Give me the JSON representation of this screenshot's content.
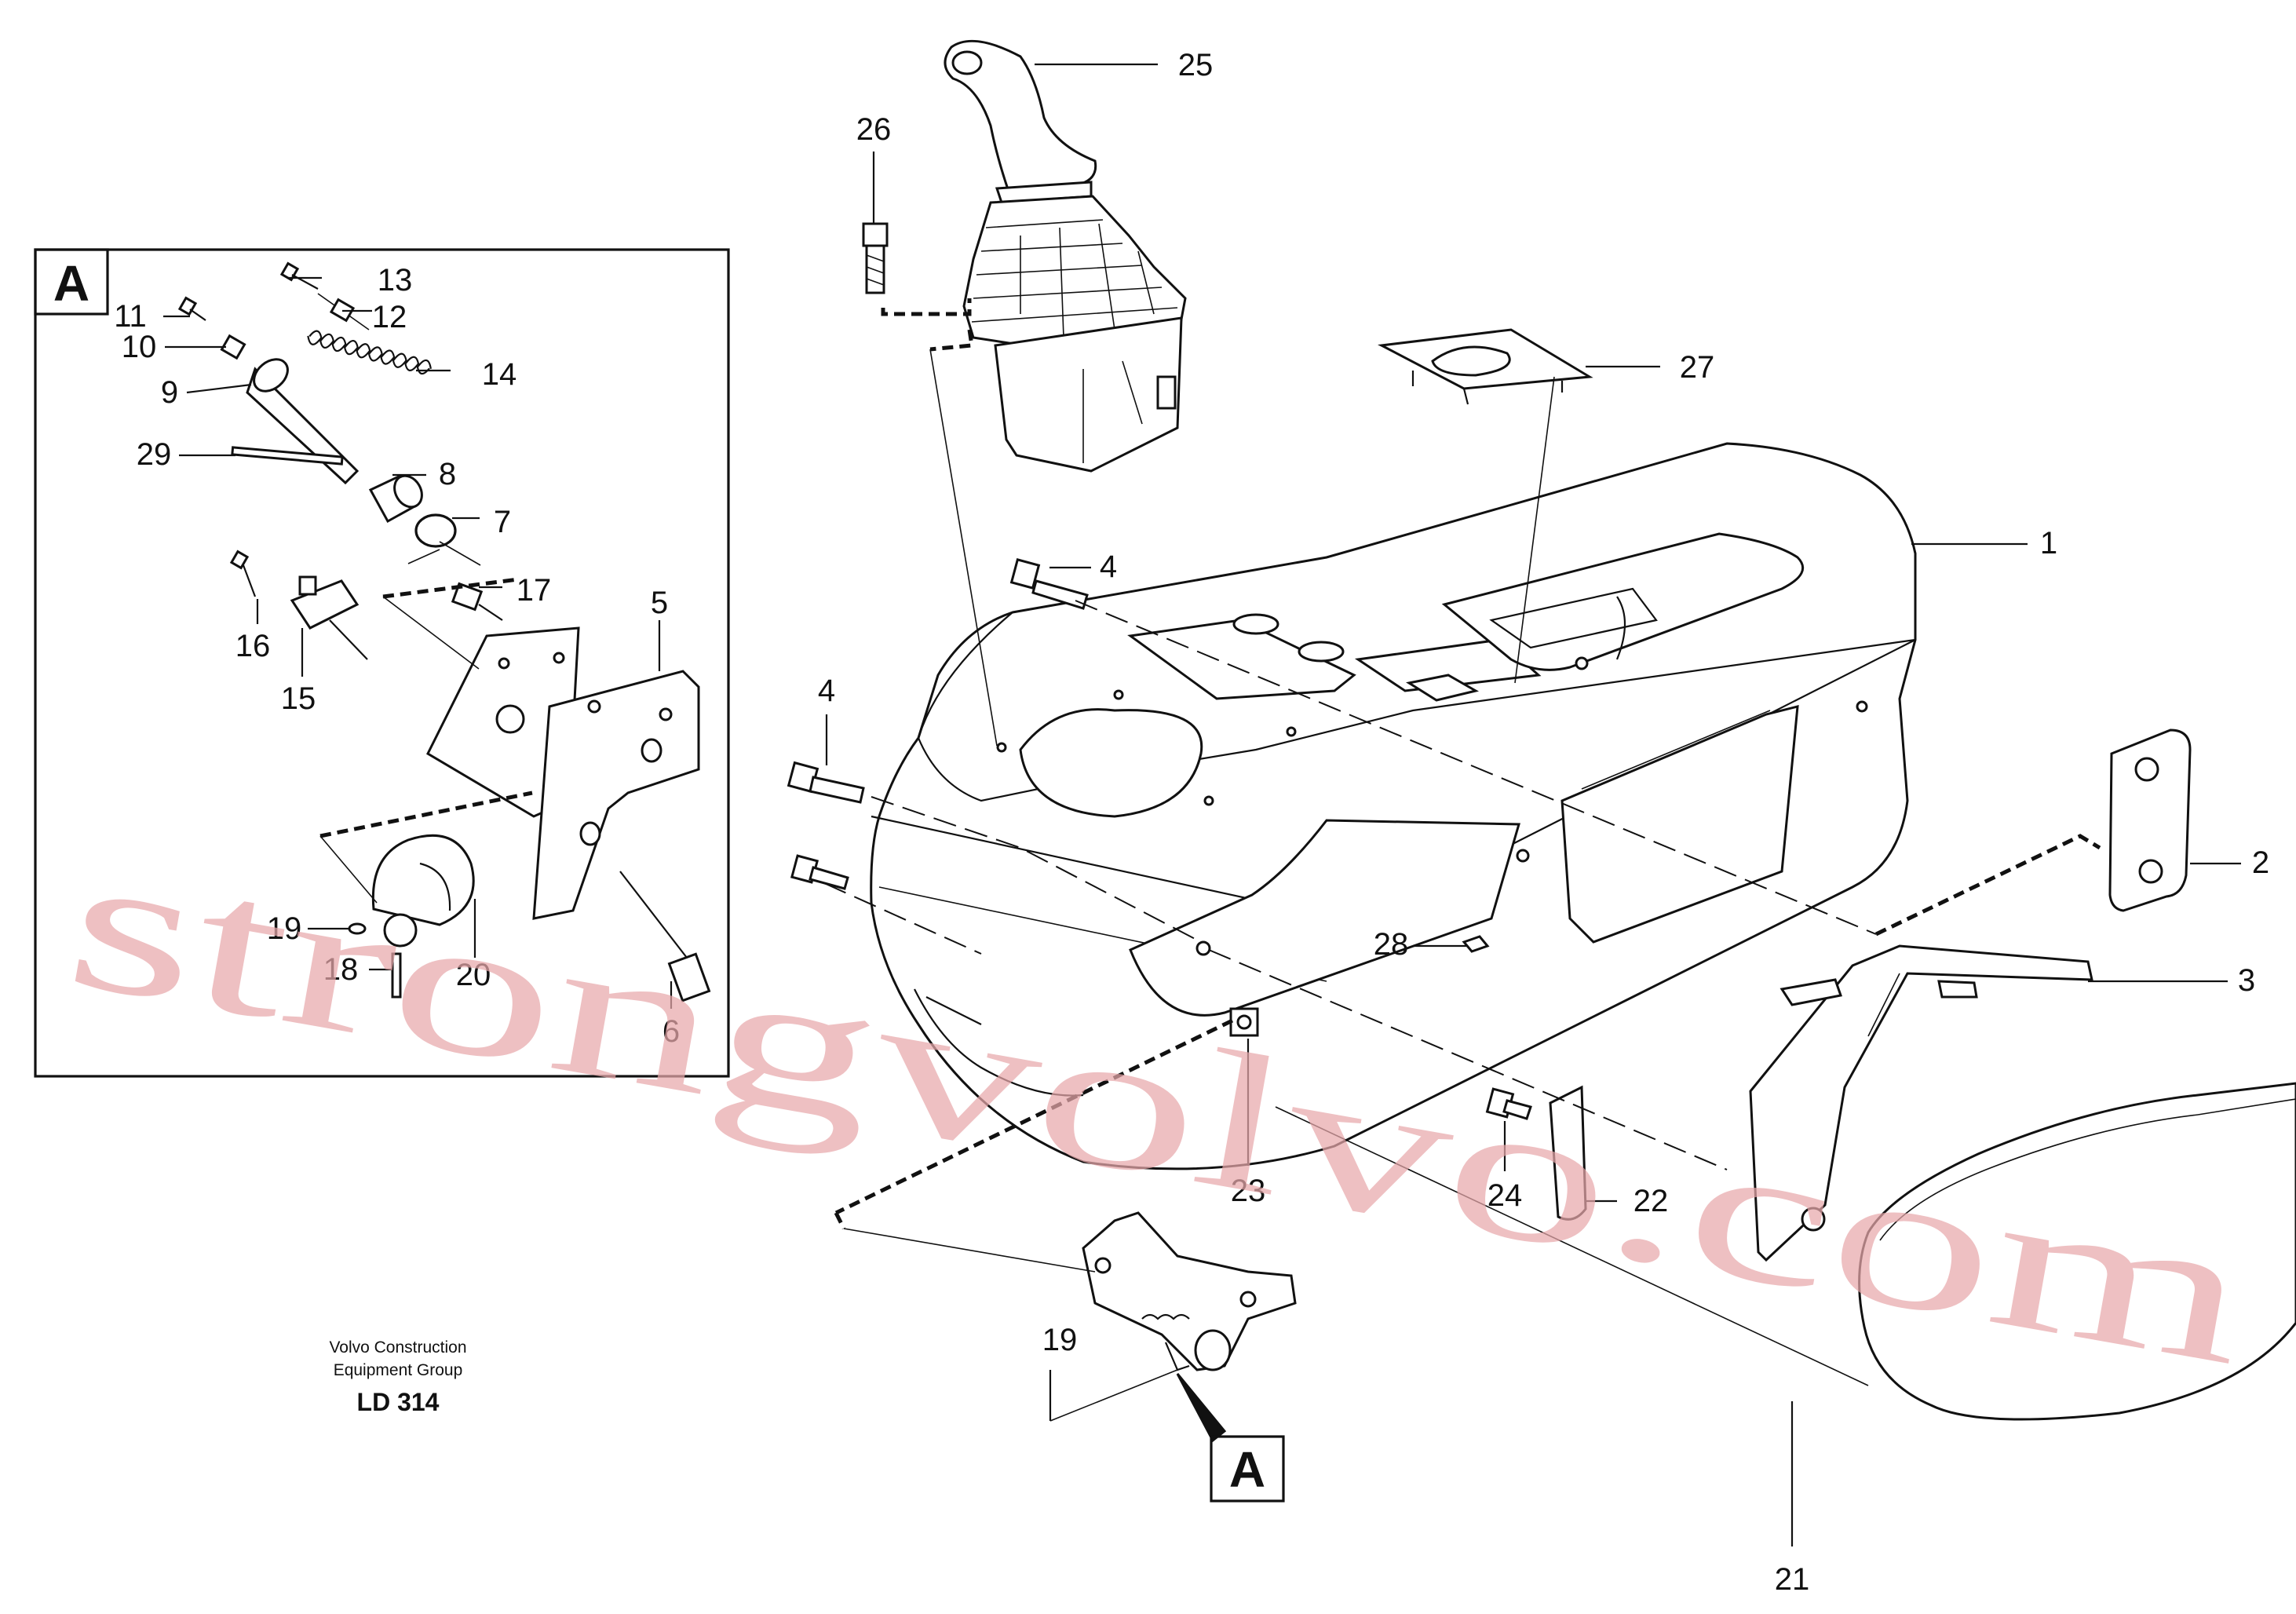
{
  "diagram": {
    "inset_label": "A",
    "callout_label": "A",
    "publisher_line1": "Volvo Construction",
    "publisher_line2": "Equipment Group",
    "drawing_code": "LD 314",
    "watermark": "strongvolvo.com",
    "parts": [
      {
        "id": "p1",
        "label": "1"
      },
      {
        "id": "p2",
        "label": "2"
      },
      {
        "id": "p3",
        "label": "3"
      },
      {
        "id": "p4a",
        "label": "4"
      },
      {
        "id": "p4b",
        "label": "4"
      },
      {
        "id": "p5",
        "label": "5"
      },
      {
        "id": "p6",
        "label": "6"
      },
      {
        "id": "p7",
        "label": "7"
      },
      {
        "id": "p8",
        "label": "8"
      },
      {
        "id": "p9",
        "label": "9"
      },
      {
        "id": "p10",
        "label": "10"
      },
      {
        "id": "p11",
        "label": "11"
      },
      {
        "id": "p12",
        "label": "12"
      },
      {
        "id": "p13",
        "label": "13"
      },
      {
        "id": "p14",
        "label": "14"
      },
      {
        "id": "p15",
        "label": "15"
      },
      {
        "id": "p16",
        "label": "16"
      },
      {
        "id": "p17",
        "label": "17"
      },
      {
        "id": "p18",
        "label": "18"
      },
      {
        "id": "p19a",
        "label": "19"
      },
      {
        "id": "p19b",
        "label": "19"
      },
      {
        "id": "p20",
        "label": "20"
      },
      {
        "id": "p21",
        "label": "21"
      },
      {
        "id": "p22",
        "label": "22"
      },
      {
        "id": "p23",
        "label": "23"
      },
      {
        "id": "p24",
        "label": "24"
      },
      {
        "id": "p25",
        "label": "25"
      },
      {
        "id": "p26",
        "label": "26"
      },
      {
        "id": "p27",
        "label": "27"
      },
      {
        "id": "p28",
        "label": "28"
      },
      {
        "id": "p29",
        "label": "29"
      }
    ]
  }
}
